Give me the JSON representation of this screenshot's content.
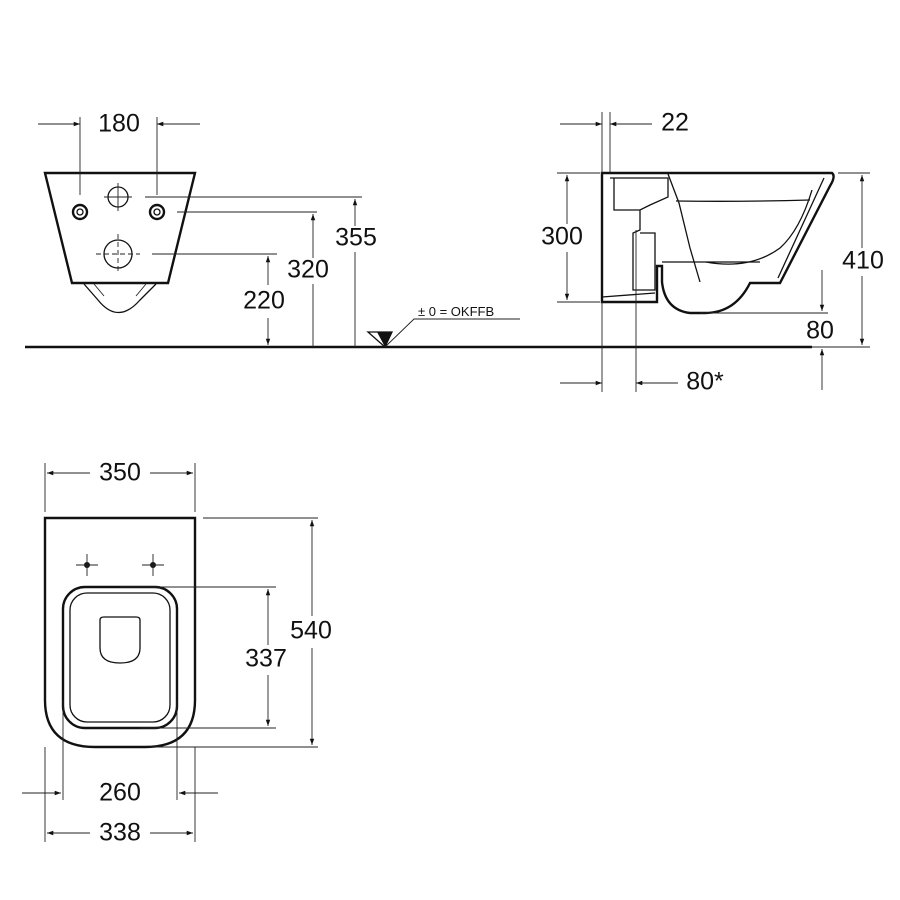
{
  "front_view": {
    "dims": {
      "hole_spacing": "180",
      "upper_inlet_height": "355",
      "bolt_height": "320",
      "waste_height": "220"
    },
    "floor_reference": "± 0 = OKFFB"
  },
  "side_view": {
    "dims": {
      "wall_offset": "22",
      "back_height": "300",
      "total_height": "410",
      "bottom_clearance": "80",
      "waste_offset": "80*"
    }
  },
  "top_view": {
    "dims": {
      "width": "350",
      "length": "540",
      "seat_length": "337",
      "seat_width": "260",
      "base_width": "338"
    }
  },
  "colors": {
    "line": "#111111",
    "background": "#ffffff"
  }
}
